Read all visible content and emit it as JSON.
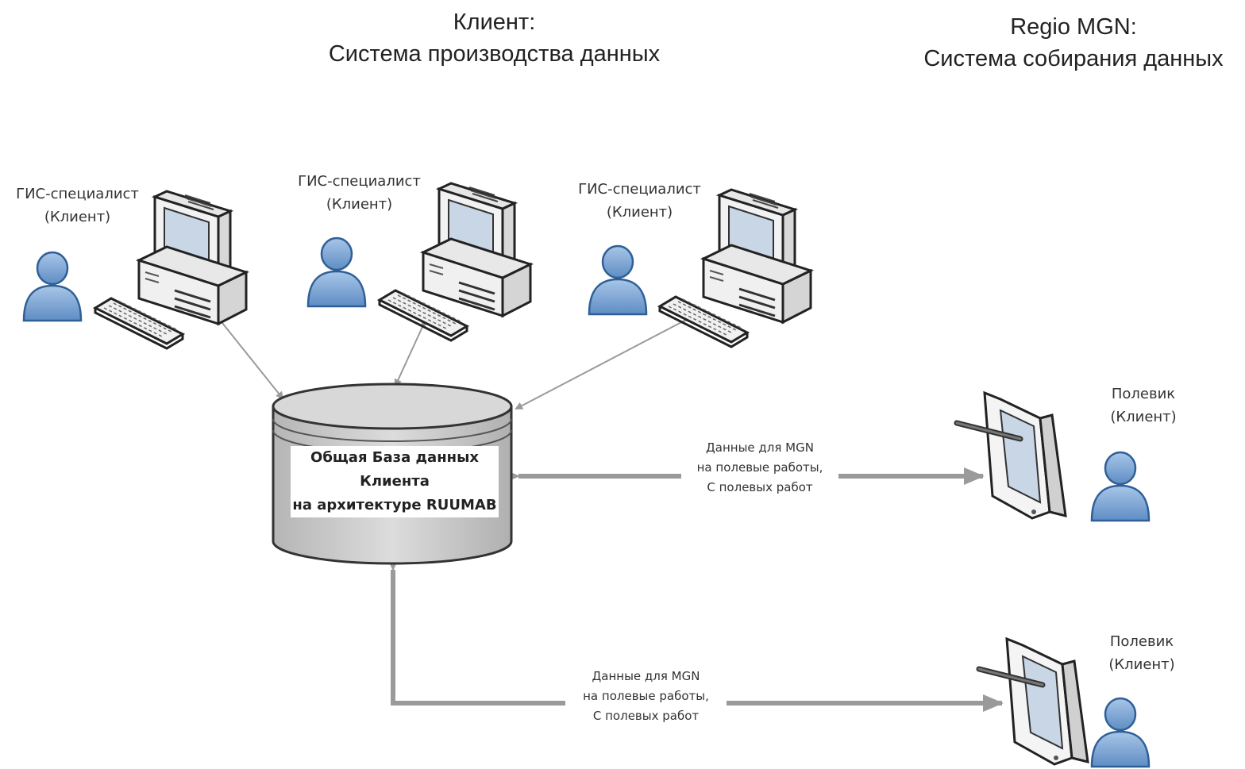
{
  "headings": {
    "client": {
      "line1": "Клиент:",
      "line2": "Система производства данных"
    },
    "regio": {
      "line1": "Regio MGN:",
      "line2": "Система собирания данных"
    }
  },
  "gis_specialists": [
    {
      "line1": "ГИС-специалист",
      "line2": "(Клиент)"
    },
    {
      "line1": "ГИС-специалист",
      "line2": "(Клиент)"
    },
    {
      "line1": "ГИС-специалист",
      "line2": "(Клиент)"
    }
  ],
  "database": {
    "line1": "Общая База данных",
    "line2": "Клиента",
    "line3": "на архитектуре RUUMAB"
  },
  "field_workers": [
    {
      "line1": "Полевик",
      "line2": "(Клиент)"
    },
    {
      "line1": "Полевик",
      "line2": "(Клиент)"
    }
  ],
  "flows": [
    {
      "line1": "Данные для MGN",
      "line2": "на полевые работы,",
      "line3": "С полевых работ"
    },
    {
      "line1": "Данные для MGN",
      "line2": "на полевые работы,",
      "line3": "С полевых работ"
    }
  ],
  "colors": {
    "person": "#7ea3cf",
    "person_stroke": "#2e5f96",
    "arrow": "#9a9a9a",
    "db_fill": "#c9c9c9"
  }
}
